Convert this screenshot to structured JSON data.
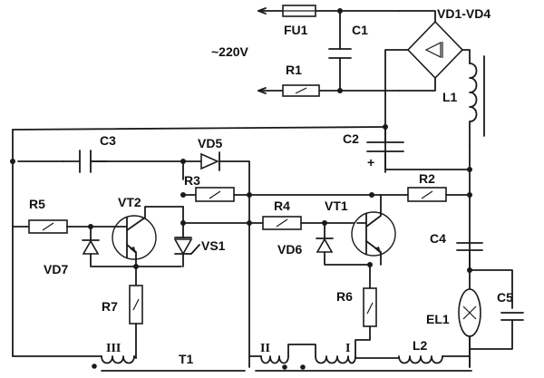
{
  "labels": {
    "fu1": "FU1",
    "c1": "C1",
    "bridge": "VD1-VD4",
    "voltage": "~220V",
    "r1": "R1",
    "l1": "L1",
    "c2": "C2",
    "c2_polarity": "+",
    "c3": "C3",
    "vd5": "VD5",
    "r3": "R3",
    "r2": "R2",
    "r5": "R5",
    "vt2": "VT2",
    "r4": "R4",
    "vt1": "VT1",
    "vd7": "VD7",
    "vs1": "VS1",
    "vd6": "VD6",
    "c4": "C4",
    "r7": "R7",
    "r6": "R6",
    "el1": "EL1",
    "c5": "C5",
    "winding_3": "III",
    "t1": "T1",
    "winding_2": "II",
    "winding_1": "I",
    "l2": "L2"
  }
}
